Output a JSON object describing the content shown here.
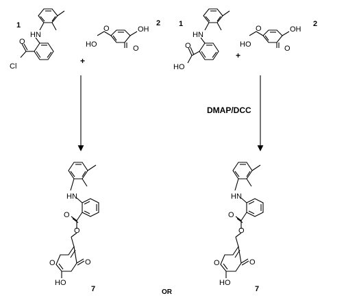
{
  "scheme": {
    "reactant_labels": {
      "left_acid": "1",
      "left_kojic": "2",
      "right_acid": "1",
      "right_kojic": "2"
    },
    "plus_sign": "+",
    "reagent": "DMAP/DCC",
    "product_label": "7",
    "or_text": "OR"
  },
  "atoms": {
    "NH": "HN",
    "Cl": "Cl",
    "HO": "HO",
    "O": "O",
    "OH": "OH"
  }
}
